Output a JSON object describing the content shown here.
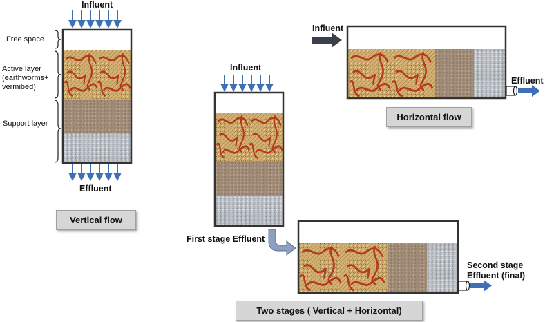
{
  "vertical": {
    "influent": "Influent",
    "effluent": "Effluent",
    "free_space": "Free space",
    "active_layer": "Active layer\n(earthworms+\nvermibed)",
    "support_layer": "Support layer",
    "caption": "Vertical flow"
  },
  "horizontal": {
    "influent": "Influent",
    "effluent": "Effluent",
    "caption": "Horizontal flow"
  },
  "two_stage": {
    "influent": "Influent",
    "first_effluent": "First stage Effluent",
    "second_effluent": "Second stage\nEffluent (final)",
    "caption": "Two stages ( Vertical + Horizontal)"
  },
  "colors": {
    "arrow_blue": "#3f6fb5",
    "arrow_dark": "#3a3f4a",
    "earthworm": "#b5391c",
    "vermibed": "#d4b273",
    "soil": "#a28d78",
    "gravel": "#b9bec4",
    "caption_bg": "#d6d6d6"
  }
}
